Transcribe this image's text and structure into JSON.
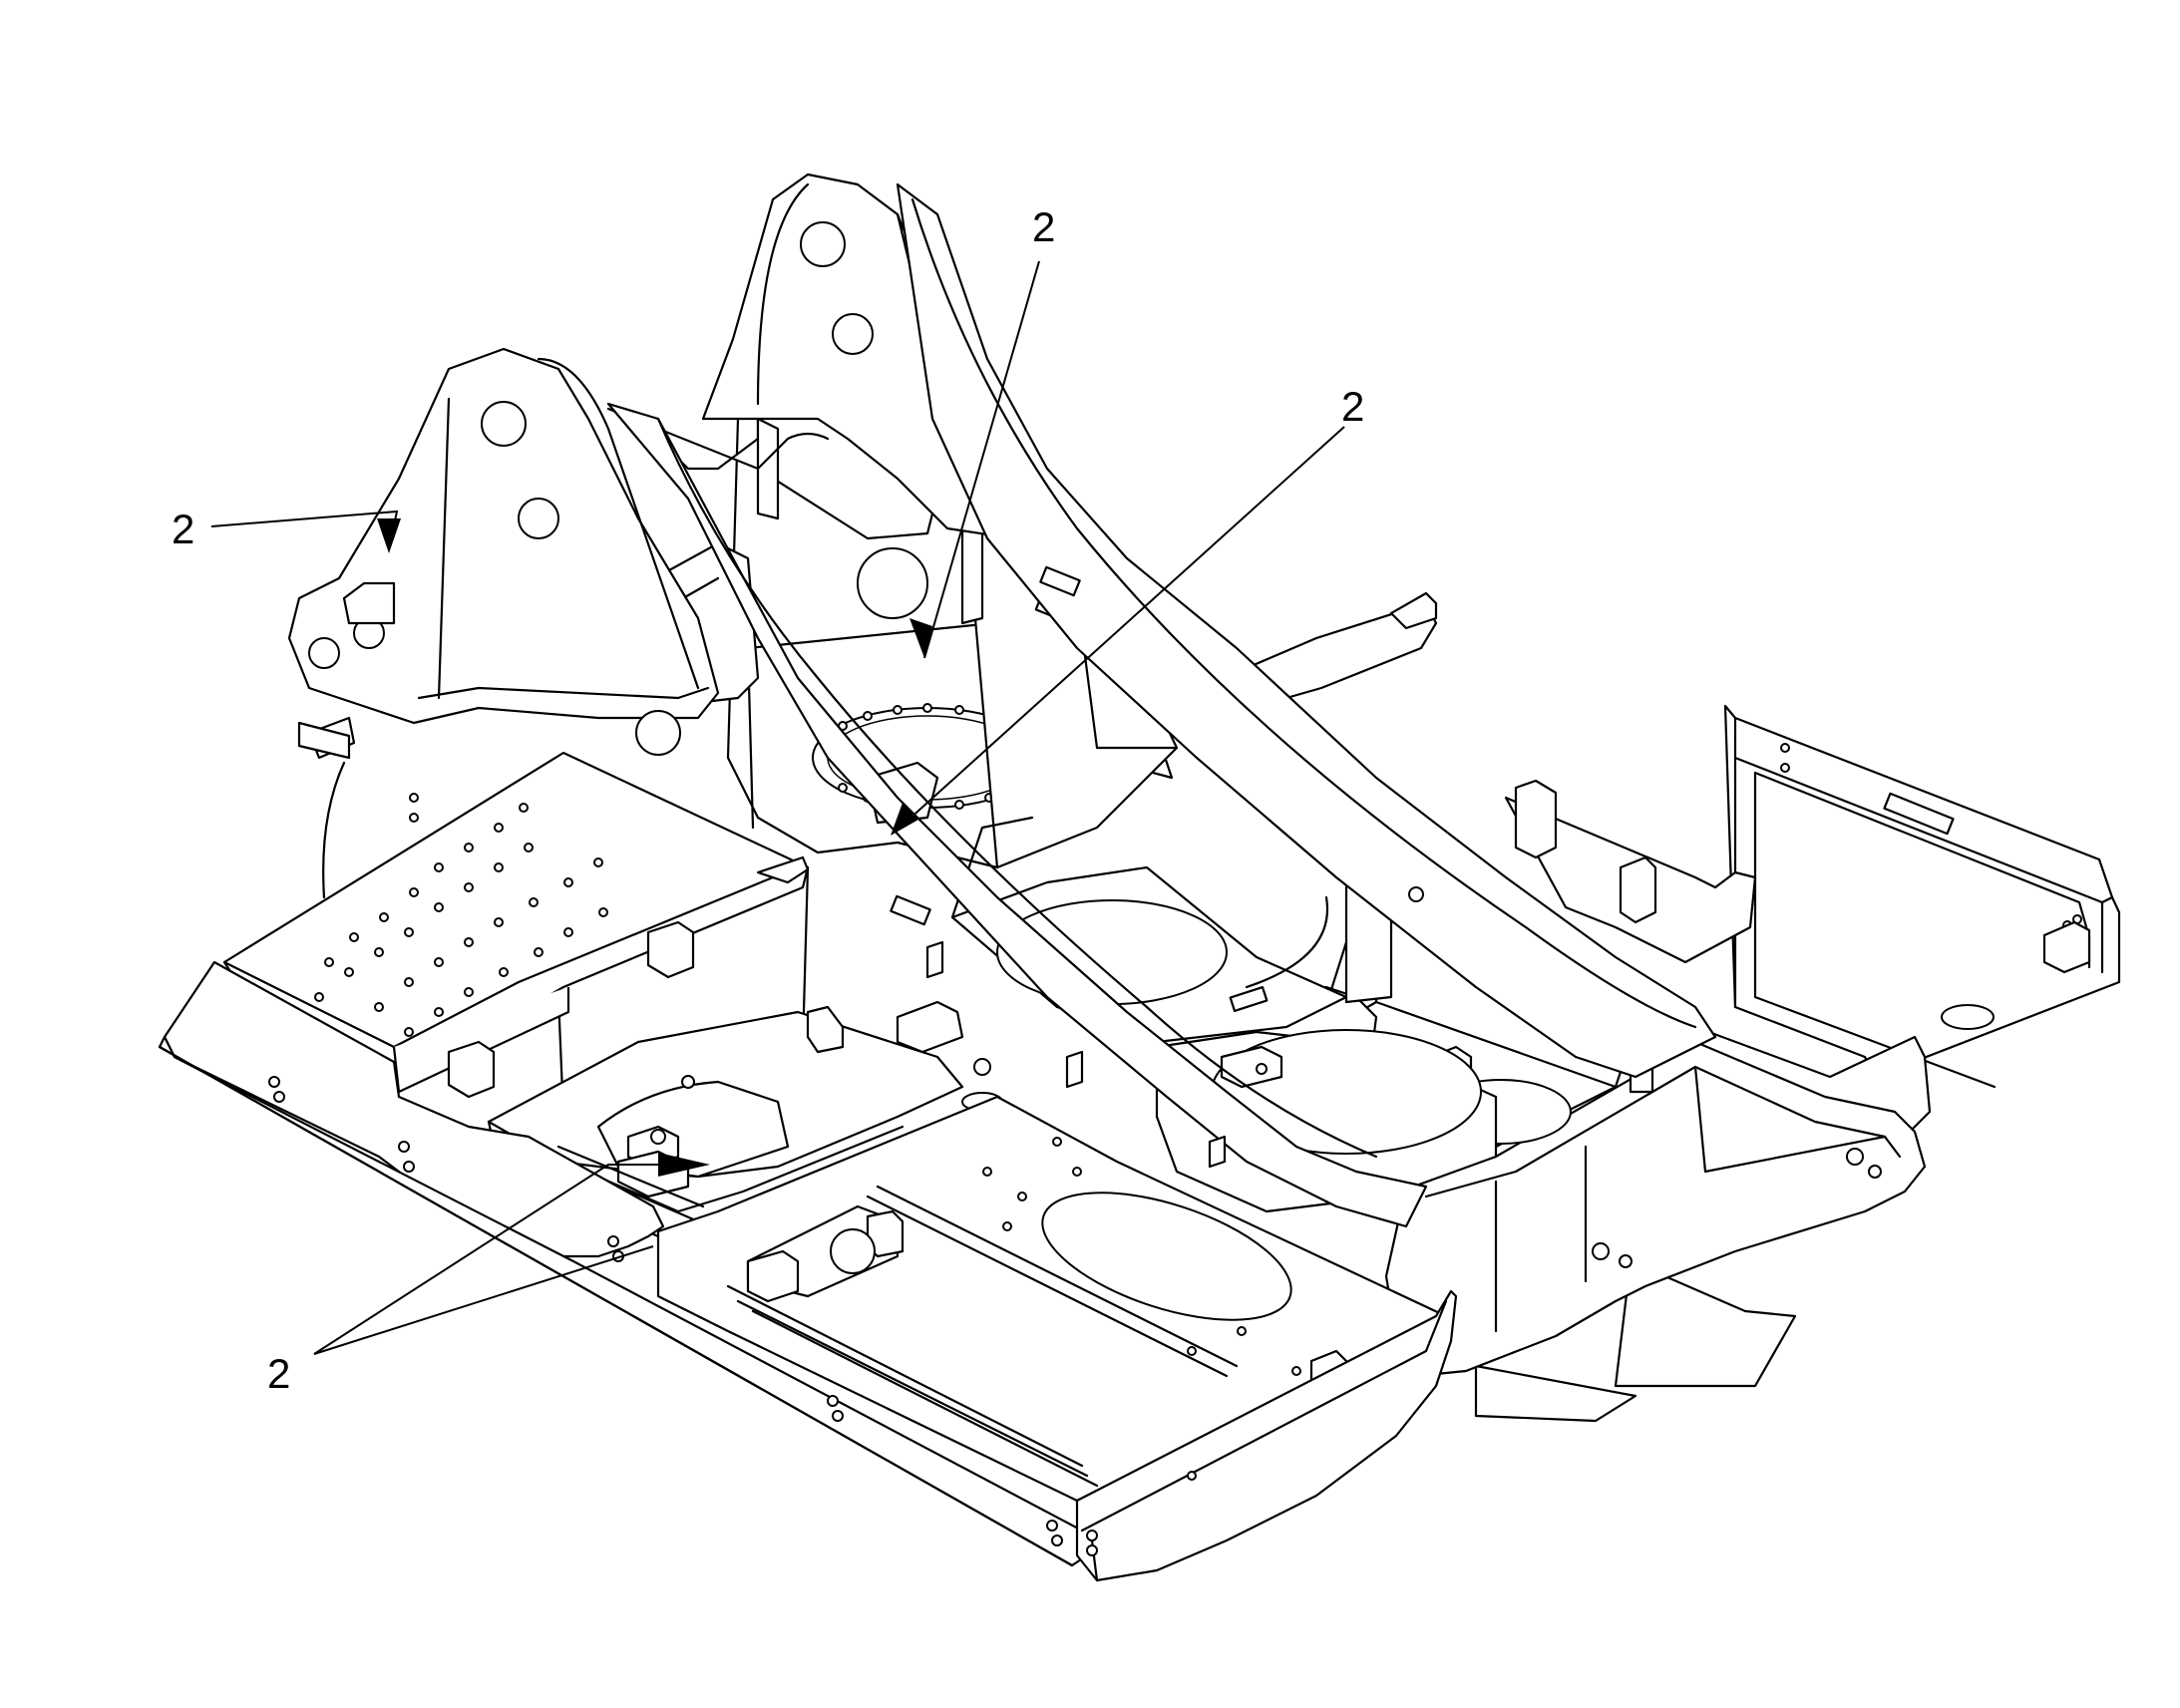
{
  "callouts": [
    {
      "id": "upper-left",
      "label": "2"
    },
    {
      "id": "top-center",
      "label": "2"
    },
    {
      "id": "right-center",
      "label": "2"
    },
    {
      "id": "bottom-left",
      "label": "2"
    }
  ],
  "colors": {
    "line": "#000000",
    "background": "#ffffff"
  }
}
